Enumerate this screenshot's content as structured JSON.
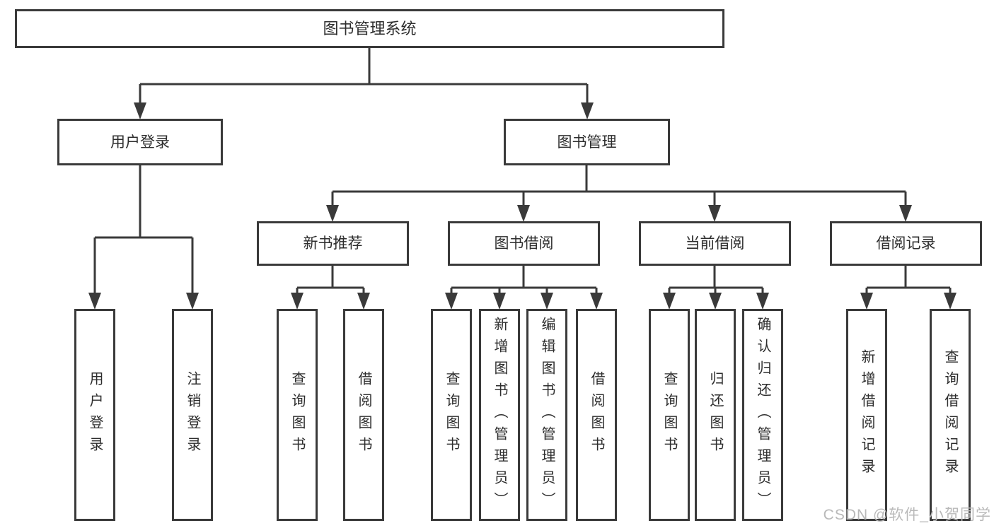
{
  "diagram": {
    "tree": {
      "root": {
        "label": "图书管理系统"
      },
      "children": [
        {
          "label": "用户登录",
          "children": [
            {
              "label": "用户登录"
            },
            {
              "label": "注销登录"
            }
          ]
        },
        {
          "label": "图书管理",
          "children": [
            {
              "label": "新书推荐",
              "children": [
                {
                  "label": "查询图书"
                },
                {
                  "label": "借阅图书"
                }
              ]
            },
            {
              "label": "图书借阅",
              "children": [
                {
                  "label": "查询图书"
                },
                {
                  "label": "新增图书（管理员）"
                },
                {
                  "label": "编辑图书（管理员）"
                },
                {
                  "label": "借阅图书"
                }
              ]
            },
            {
              "label": "当前借阅",
              "children": [
                {
                  "label": "查询图书"
                },
                {
                  "label": "归还图书"
                },
                {
                  "label": "确认归还（管理员）"
                }
              ]
            },
            {
              "label": "借阅记录",
              "children": [
                {
                  "label": "新增借阅记录"
                },
                {
                  "label": "查询借阅记录"
                }
              ]
            }
          ]
        }
      ]
    },
    "colors": {
      "line": "#3a3a3a",
      "text": "#2d2d2d",
      "background": "#ffffff",
      "watermark": "#b9b9b9"
    }
  },
  "watermark": {
    "text": "CSDN @软件_小贺同学"
  }
}
